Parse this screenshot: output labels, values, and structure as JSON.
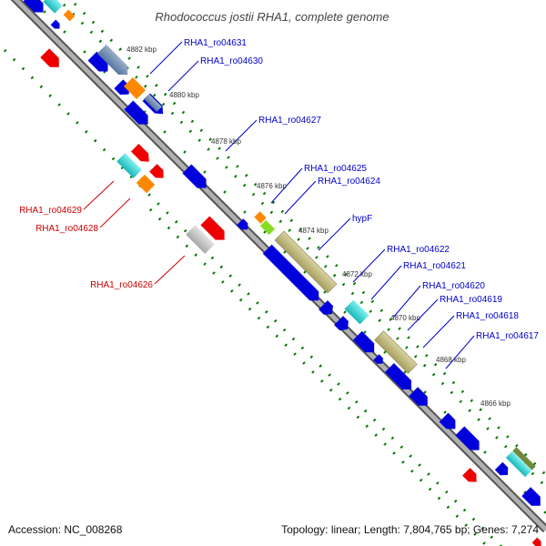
{
  "title": "Rhodococcus jostii RHA1, complete genome",
  "footer": {
    "accession": "Accession: NC_008268",
    "summary": "Topology: linear; Length: 7,804,765 bp; Genes: 7,274"
  },
  "colors": {
    "forward_label": "#0000cc",
    "reverse_label": "#cc0000",
    "axis": "#999999",
    "tick": "#007700",
    "gene_blue": "#0000dd",
    "gene_red": "#ee0000",
    "gene_orange": "#ff8800",
    "gene_cyan": "#22cccc",
    "gene_olive": "#bbb57a",
    "gene_gray": "#bbbbbb",
    "gene_green": "#88dd22"
  },
  "ruler": [
    {
      "label": "4882 kbp",
      "kbp": 4882
    },
    {
      "label": "4880 kbp",
      "kbp": 4880
    },
    {
      "label": "4878 kbp",
      "kbp": 4878
    },
    {
      "label": "4876 kbp",
      "kbp": 4876
    },
    {
      "label": "4874 kbp",
      "kbp": 4874
    },
    {
      "label": "4872 kbp",
      "kbp": 4872
    },
    {
      "label": "4870 kbp",
      "kbp": 4870
    },
    {
      "label": "4868 kbp",
      "kbp": 4868
    },
    {
      "label": "4866 kbp",
      "kbp": 4866
    }
  ],
  "gene_labels": [
    {
      "label": "RHA1_ro04631",
      "strand": "forward"
    },
    {
      "label": "RHA1_ro04630",
      "strand": "forward"
    },
    {
      "label": "RHA1_ro04627",
      "strand": "forward"
    },
    {
      "label": "RHA1_ro04625",
      "strand": "forward"
    },
    {
      "label": "RHA1_ro04624",
      "strand": "forward"
    },
    {
      "label": "hypF",
      "strand": "forward"
    },
    {
      "label": "RHA1_ro04622",
      "strand": "forward"
    },
    {
      "label": "RHA1_ro04621",
      "strand": "forward"
    },
    {
      "label": "RHA1_ro04620",
      "strand": "forward"
    },
    {
      "label": "RHA1_ro04619",
      "strand": "forward"
    },
    {
      "label": "RHA1_ro04618",
      "strand": "forward"
    },
    {
      "label": "RHA1_ro04617",
      "strand": "forward"
    },
    {
      "label": "RHA1_ro04629",
      "strand": "reverse"
    },
    {
      "label": "RHA1_ro04628",
      "strand": "reverse"
    },
    {
      "label": "RHA1_ro04626",
      "strand": "reverse"
    }
  ]
}
